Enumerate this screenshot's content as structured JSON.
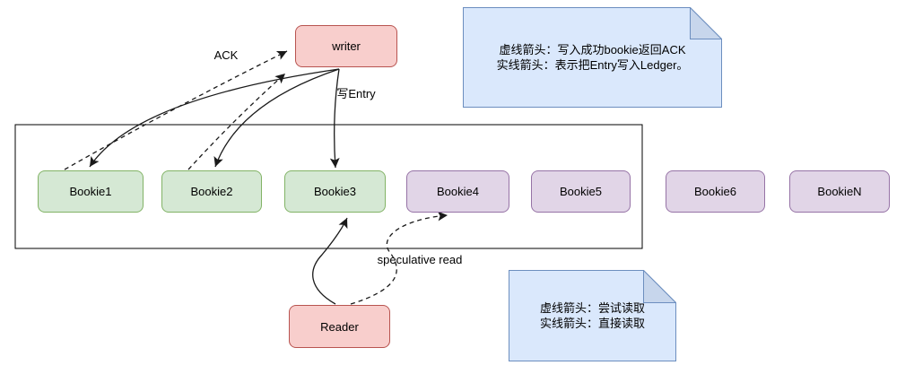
{
  "diagram": {
    "title_hint": "BookKeeper write/read path diagram",
    "nodes": {
      "writer": {
        "label": "writer",
        "color": "red"
      },
      "reader": {
        "label": "Reader",
        "color": "red"
      },
      "bookies": [
        {
          "label": "Bookie1",
          "color": "green"
        },
        {
          "label": "Bookie2",
          "color": "green"
        },
        {
          "label": "Bookie3",
          "color": "green"
        },
        {
          "label": "Bookie4",
          "color": "purple"
        },
        {
          "label": "Bookie5",
          "color": "purple"
        },
        {
          "label": "Bookie6",
          "color": "purple"
        },
        {
          "label": "BookieN",
          "color": "purple"
        }
      ]
    },
    "edge_labels": {
      "ack": "ACK",
      "write_entry": "写Entry",
      "speculative_read": "speculative read"
    },
    "edges": [
      {
        "from": "Bookie1",
        "to": "writer",
        "style": "dashed",
        "label": "ACK"
      },
      {
        "from": "Bookie2",
        "to": "writer",
        "style": "dashed",
        "label": ""
      },
      {
        "from": "writer",
        "to": "Bookie1",
        "style": "solid",
        "label": ""
      },
      {
        "from": "writer",
        "to": "Bookie2",
        "style": "solid",
        "label": ""
      },
      {
        "from": "writer",
        "to": "Bookie3",
        "style": "solid",
        "label": "写Entry"
      },
      {
        "from": "Reader",
        "to": "Bookie3",
        "style": "solid",
        "label": ""
      },
      {
        "from": "Reader",
        "to": "Bookie4",
        "style": "dashed",
        "label": "speculative read"
      }
    ],
    "notes": [
      {
        "lines": [
          "虚线箭头：写入成功bookie返回ACK",
          "实线箭头：表示把Entry写入Ledger。"
        ]
      },
      {
        "lines": [
          "虚线箭头：尝试读取",
          "实线箭头：直接读取"
        ]
      }
    ],
    "colors": {
      "client_fill": "#f8cecc",
      "client_stroke": "#b85450",
      "write_quorum_fill": "#d5e8d4",
      "write_quorum_stroke": "#82b366",
      "other_bookie_fill": "#e1d5e7",
      "other_bookie_stroke": "#9673a6",
      "note_fill": "#dae8fc",
      "note_fold_fill": "#c7d6ec",
      "note_stroke": "#6c8ebf",
      "edge_stroke": "#1a1a1a"
    }
  }
}
